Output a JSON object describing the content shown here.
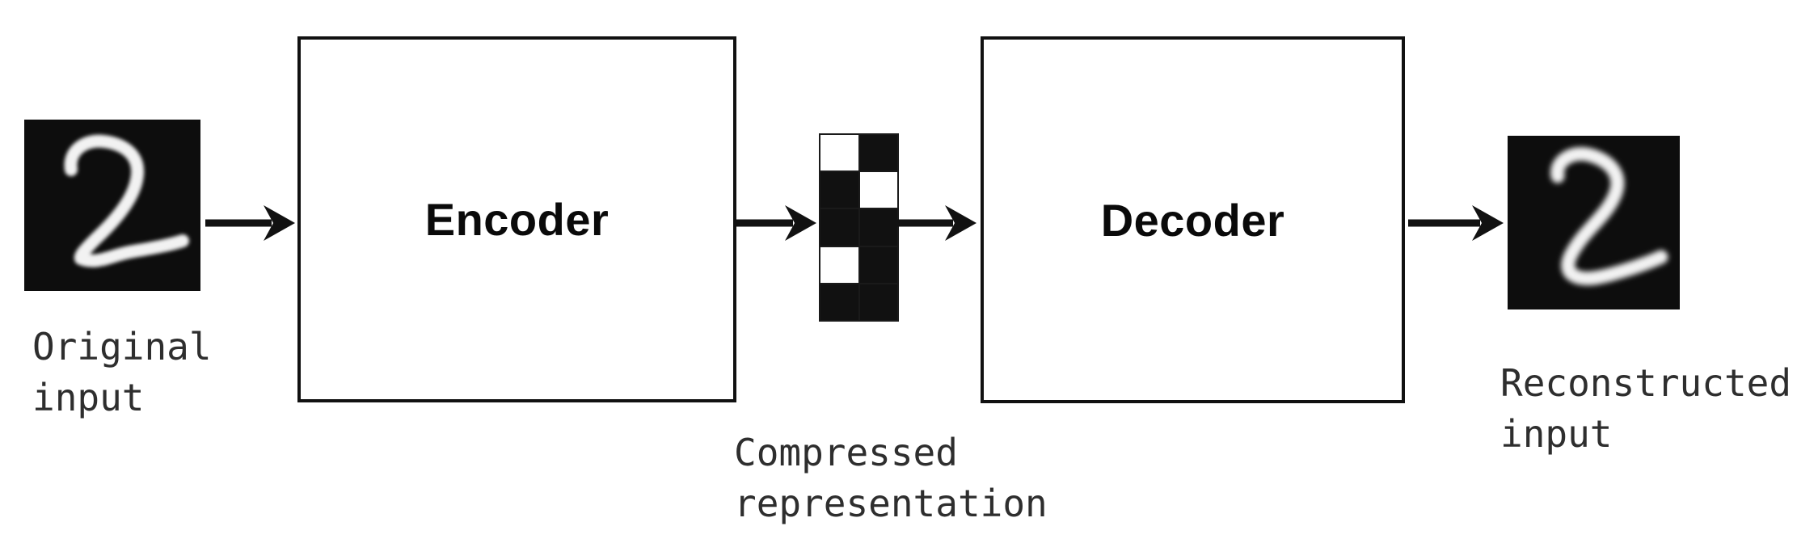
{
  "labels": {
    "original_input": "Original\ninput",
    "encoder": "Encoder",
    "compressed_representation": "Compressed\nrepresentation",
    "decoder": "Decoder",
    "reconstructed_input": "Reconstructed\ninput"
  },
  "digits": {
    "original": "2",
    "reconstructed": "2"
  },
  "compressed_grid": {
    "rows": 5,
    "cols": 2,
    "cells": [
      "white",
      "black",
      "black",
      "white",
      "black",
      "black",
      "white",
      "black",
      "black",
      "black"
    ]
  },
  "colors": {
    "background": "#ffffff",
    "ink": "#111111",
    "label_text": "#2e2e2e",
    "digit_background": "#0d0d0d",
    "digit_stroke": "#f2f2f2"
  }
}
